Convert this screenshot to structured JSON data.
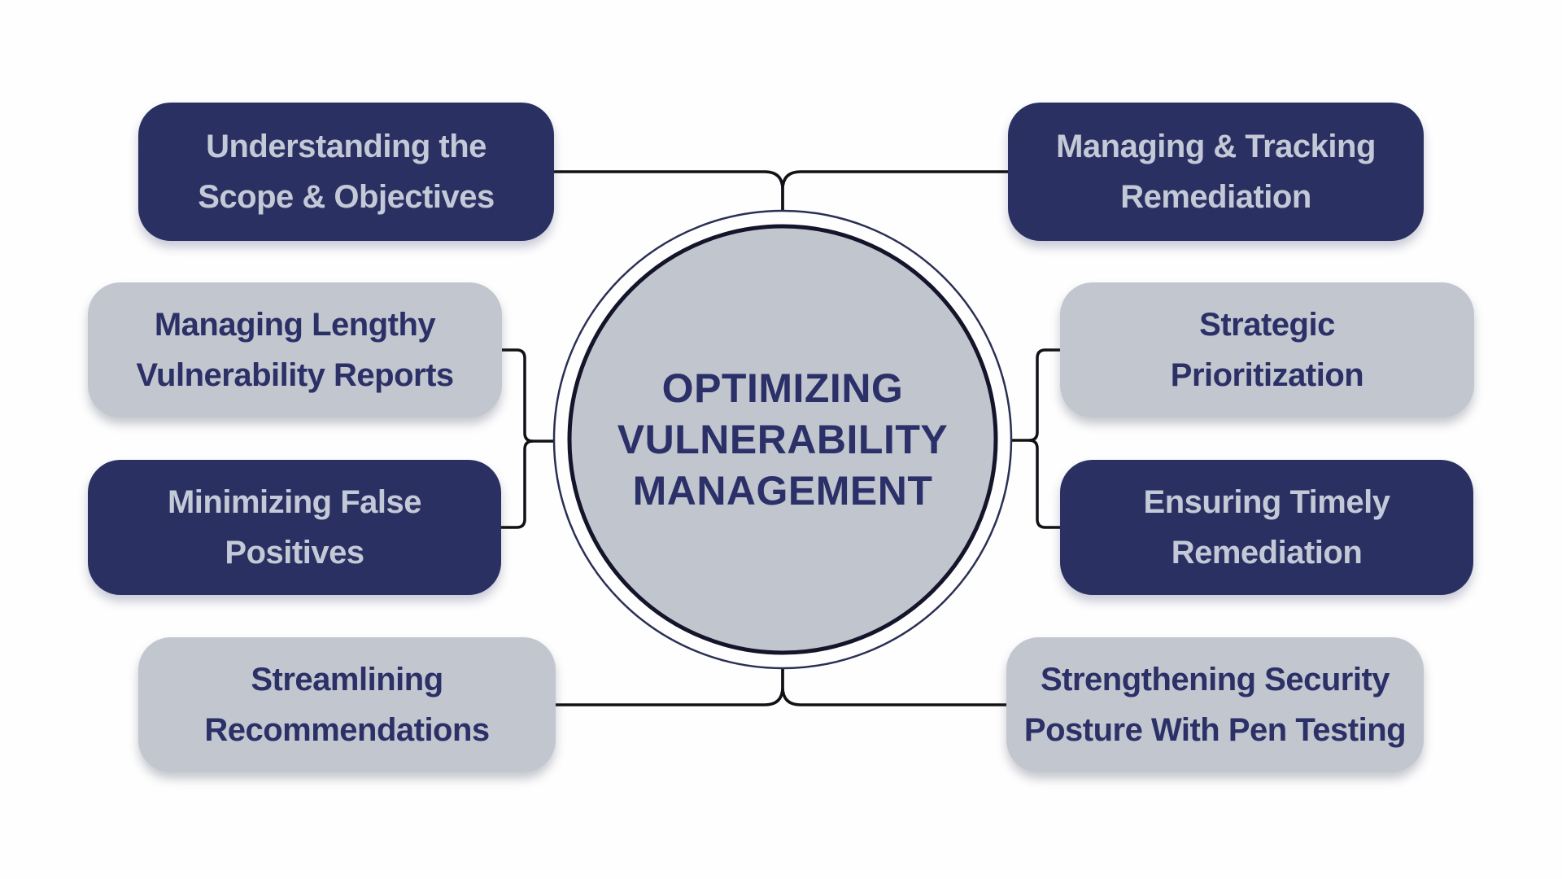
{
  "title": "Optimizing Vulnerability Management",
  "colors": {
    "background": "#fefefe",
    "navy_box": "#2a3162",
    "gray_box": "#c2c6cf",
    "text_on_navy": "#c3c9d6",
    "text_on_gray": "#2b3067",
    "center_circle_fill": "#c1c5ce",
    "center_circle_inner_ring": "#14142a",
    "center_circle_outer_ring": "#2a2f55",
    "connector_line": "#111116",
    "center_text": "#2b3168"
  },
  "center": {
    "lines": [
      "OPTIMIZING",
      "VULNERABILITY",
      "MANAGEMENT"
    ]
  },
  "boxes": [
    {
      "id": "understanding-scope-objectives",
      "variant": "navy",
      "lines": [
        "Understanding the",
        "Scope & Objectives"
      ]
    },
    {
      "id": "managing-lengthy-vulnerability-reports",
      "variant": "gray",
      "lines": [
        "Managing Lengthy",
        "Vulnerability Reports"
      ]
    },
    {
      "id": "minimizing-false-positives",
      "variant": "navy",
      "lines": [
        "Minimizing False",
        "Positives"
      ]
    },
    {
      "id": "streamlining-recommendations",
      "variant": "gray",
      "lines": [
        "Streamlining",
        "Recommendations"
      ]
    },
    {
      "id": "managing-tracking-remediation",
      "variant": "navy",
      "lines": [
        "Managing & Tracking",
        "Remediation"
      ]
    },
    {
      "id": "strategic-prioritization",
      "variant": "gray",
      "lines": [
        "Strategic",
        "Prioritization"
      ]
    },
    {
      "id": "ensuring-timely-remediation",
      "variant": "navy",
      "lines": [
        "Ensuring Timely",
        "Remediation"
      ]
    },
    {
      "id": "strengthening-security-posture-pen-testing",
      "variant": "gray",
      "lines": [
        "Strengthening Security",
        "Posture With Pen Testing"
      ]
    }
  ]
}
